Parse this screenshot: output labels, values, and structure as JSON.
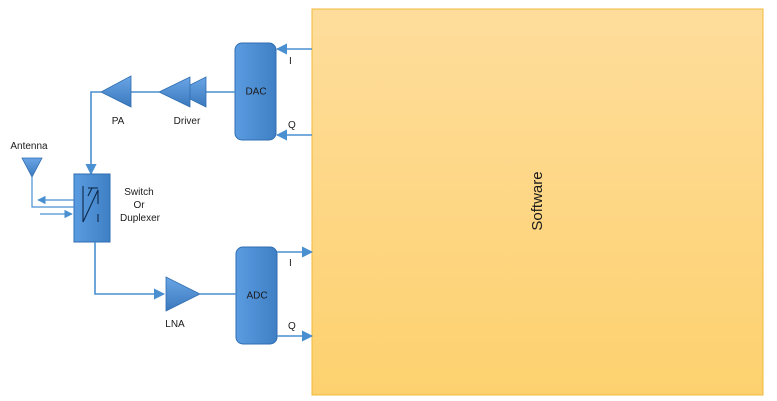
{
  "blocks": {
    "software": "Software",
    "dac": "DAC",
    "adc": "ADC",
    "pa": "PA",
    "driver": "Driver",
    "lna": "LNA",
    "antenna": "Antenna",
    "switch_line1": "Switch",
    "switch_line2": "Or",
    "switch_line3": "Duplexer"
  },
  "signals": {
    "dac_i": "I",
    "dac_q": "Q",
    "adc_i": "I",
    "adc_q": "Q"
  },
  "colors": {
    "software_fill_top": "#fedd9c",
    "software_fill_bottom": "#fdd16e",
    "software_border": "#f0b93a",
    "block_fill": "#4d8fd4",
    "block_stroke": "#2f6db0",
    "wire": "#4a8fd0"
  }
}
